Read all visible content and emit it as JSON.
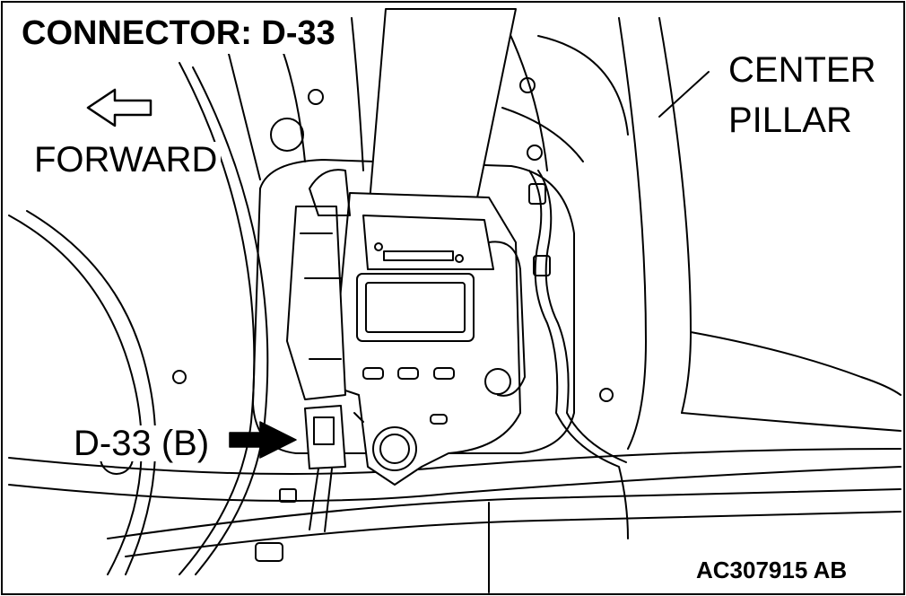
{
  "diagram": {
    "title": "CONNECTOR: D-33",
    "direction_label": "FORWARD",
    "part_label_line1": "CENTER",
    "part_label_line2": "PILLAR",
    "connector_callout": "D-33 (B)",
    "figure_id": "AC307915 AB"
  },
  "colors": {
    "line": "#000000",
    "background": "#ffffff"
  },
  "icons": {
    "forward_arrow": "hollow-left-arrow",
    "callout_arrow": "solid-right-arrow"
  }
}
